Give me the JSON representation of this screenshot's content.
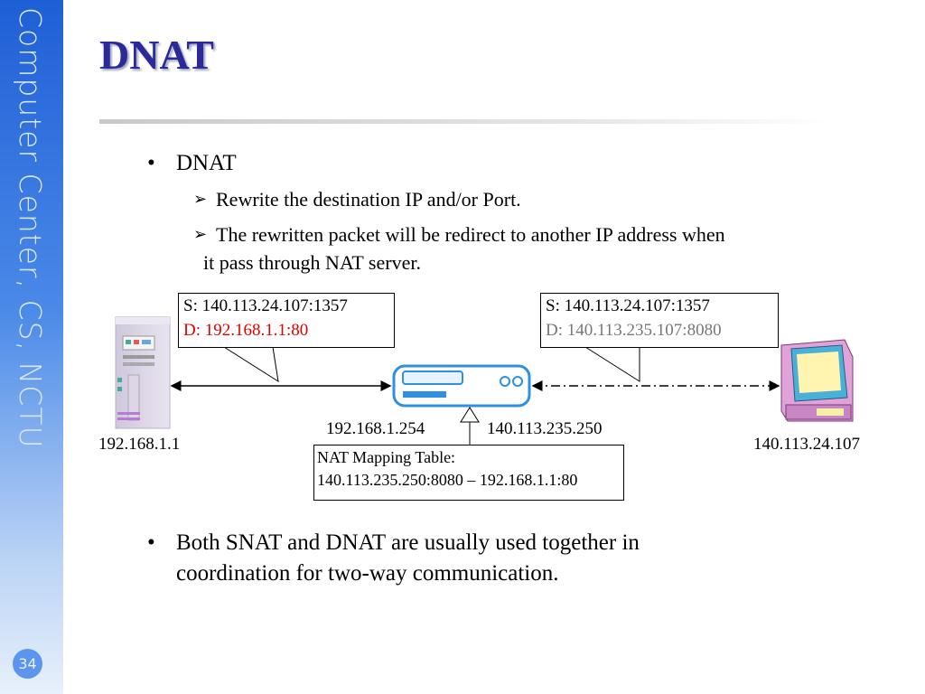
{
  "sidebar": {
    "text": "Computer Center, CS, NCTU"
  },
  "page_number": "34",
  "title": "DNAT",
  "bullets": {
    "main": "DNAT",
    "sub1": "Rewrite the destination IP and/or Port.",
    "sub2_line1": "The rewritten packet will be redirect to another IP address when",
    "sub2_line2": "it pass through NAT server.",
    "bottom_line1": "Both SNAT and DNAT are usually used together in",
    "bottom_line2": "coordination for two-way communication."
  },
  "icons": {
    "bullet": "•",
    "arrow": "➢"
  },
  "diagram": {
    "left_callout": {
      "src": "S: 140.113.24.107:1357",
      "dst": "D: 192.168.1.1:80"
    },
    "right_callout": {
      "src": "S: 140.113.24.107:1357",
      "dst": "D: 140.113.235.107:8080"
    },
    "server_ip": "192.168.1.1",
    "nat_inner_ip": "192.168.1.254",
    "nat_outer_ip": "140.113.235.250",
    "client_ip": "140.113.24.107",
    "nat_table_title": "NAT Mapping Table:",
    "nat_table_entry": "140.113.235.250:8080 – 192.168.1.1:80",
    "colors": {
      "highlight": "#e00000",
      "muted": "#777777",
      "router": "#2f8fe0"
    }
  }
}
